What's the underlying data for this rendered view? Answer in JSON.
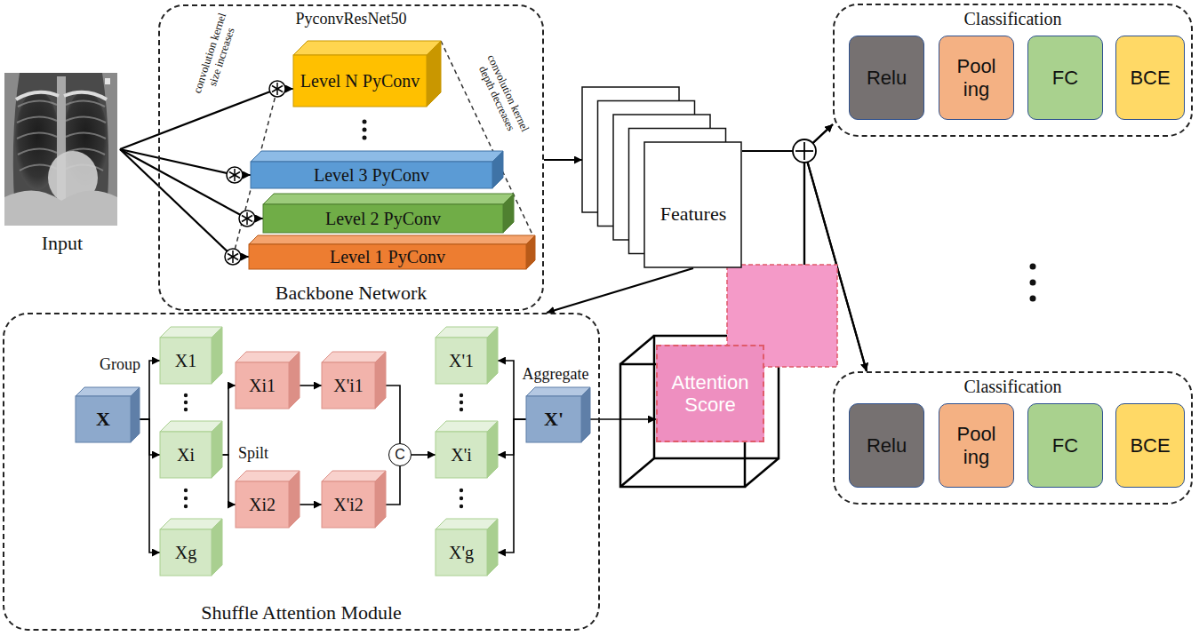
{
  "diagram": {
    "nodes": [
      {
        "text": [
          "Input"
        ]
      },
      {
        "text": [
          "PyconvResNet50",
          "Backbone Network"
        ]
      },
      {
        "text": [
          "Level N PyConv"
        ],
        "in": 1
      },
      {
        "text": [
          "Level 3 PyConv"
        ],
        "in": 1
      },
      {
        "text": [
          "Level 2 PyConv"
        ],
        "in": 1
      },
      {
        "text": [
          "Level 1 PyConv"
        ],
        "in": 1
      },
      {
        "text": [
          "Features"
        ]
      },
      {
        "text": [
          "Classification"
        ]
      },
      {
        "text": [
          "Relu"
        ],
        "in": 7
      },
      {
        "text": [
          "Pool ing"
        ],
        "in": 7
      },
      {
        "text": [
          "FC"
        ],
        "in": 7
      },
      {
        "text": [
          "BCE"
        ],
        "in": 7
      },
      {
        "text": [
          "Shuffle Attention Module"
        ]
      },
      {
        "text": [
          "X"
        ],
        "in": 12
      },
      {
        "text": [
          "X1"
        ],
        "in": 12
      },
      {
        "text": [
          "Xi"
        ],
        "in": 12
      },
      {
        "text": [
          "Xg"
        ],
        "in": 12
      },
      {
        "text": [
          "Xi1"
        ],
        "in": 12
      },
      {
        "text": [
          "Xi2"
        ],
        "in": 12
      },
      {
        "text": [
          "X'i1"
        ],
        "in": 12
      },
      {
        "text": [
          "X'i2"
        ],
        "in": 12
      },
      {
        "text": [
          "C"
        ],
        "in": 12
      },
      {
        "text": [
          "X'1"
        ],
        "in": 12
      },
      {
        "text": [
          "X'i"
        ],
        "in": 12
      },
      {
        "text": [
          "X'g"
        ],
        "in": 12
      },
      {
        "text": [
          "X'"
        ],
        "in": 12
      },
      {
        "text": [
          "Attention Score"
        ]
      },
      {
        "text": [
          "Classification"
        ]
      },
      {
        "text": [
          "Relu"
        ],
        "in": 27
      },
      {
        "text": [
          "Pool ing"
        ],
        "in": 27
      },
      {
        "text": [
          "FC"
        ],
        "in": 27
      },
      {
        "text": [
          "BCE"
        ],
        "in": 27
      }
    ],
    "edges": [
      {
        "from": 0,
        "to": 5,
        "arrow": "to"
      },
      {
        "from": 0,
        "to": 4,
        "arrow": "to"
      },
      {
        "from": 0,
        "to": 3,
        "arrow": "to"
      },
      {
        "from": 0,
        "to": 2,
        "arrow": "to"
      },
      {
        "from": 1,
        "to": 6,
        "arrow": "to"
      },
      {
        "from": 6,
        "to": 7,
        "arrow": "to"
      },
      {
        "from": 6,
        "to": 27,
        "arrow": "to"
      },
      {
        "from": 26,
        "to": 7,
        "arrow": "to"
      },
      {
        "from": 26,
        "to": 27,
        "arrow": "to"
      },
      {
        "from": 6,
        "to": 12,
        "arrow": "to"
      },
      {
        "from": 13,
        "to": 14,
        "arrow": "to"
      },
      {
        "from": 13,
        "to": 15,
        "arrow": "to"
      },
      {
        "from": 13,
        "to": 16,
        "arrow": "to"
      },
      {
        "from": 15,
        "to": 17,
        "arrow": "to"
      },
      {
        "from": 15,
        "to": 18,
        "arrow": "to"
      },
      {
        "from": 17,
        "to": 19,
        "arrow": "to"
      },
      {
        "from": 18,
        "to": 20,
        "arrow": "to"
      },
      {
        "from": 19,
        "to": 21,
        "arrow": "none"
      },
      {
        "from": 20,
        "to": 21,
        "arrow": "none"
      },
      {
        "from": 21,
        "to": 23,
        "arrow": "to"
      },
      {
        "from": 25,
        "to": 22,
        "arrow": "to"
      },
      {
        "from": 25,
        "to": 23,
        "arrow": "to"
      },
      {
        "from": 25,
        "to": 24,
        "arrow": "to"
      },
      {
        "from": 25,
        "to": 26,
        "arrow": "to"
      }
    ],
    "labels": [
      "convolution kernel size increases",
      "convolution kernel depth decreases",
      "Group",
      "Spilt",
      "Aggregate"
    ]
  }
}
